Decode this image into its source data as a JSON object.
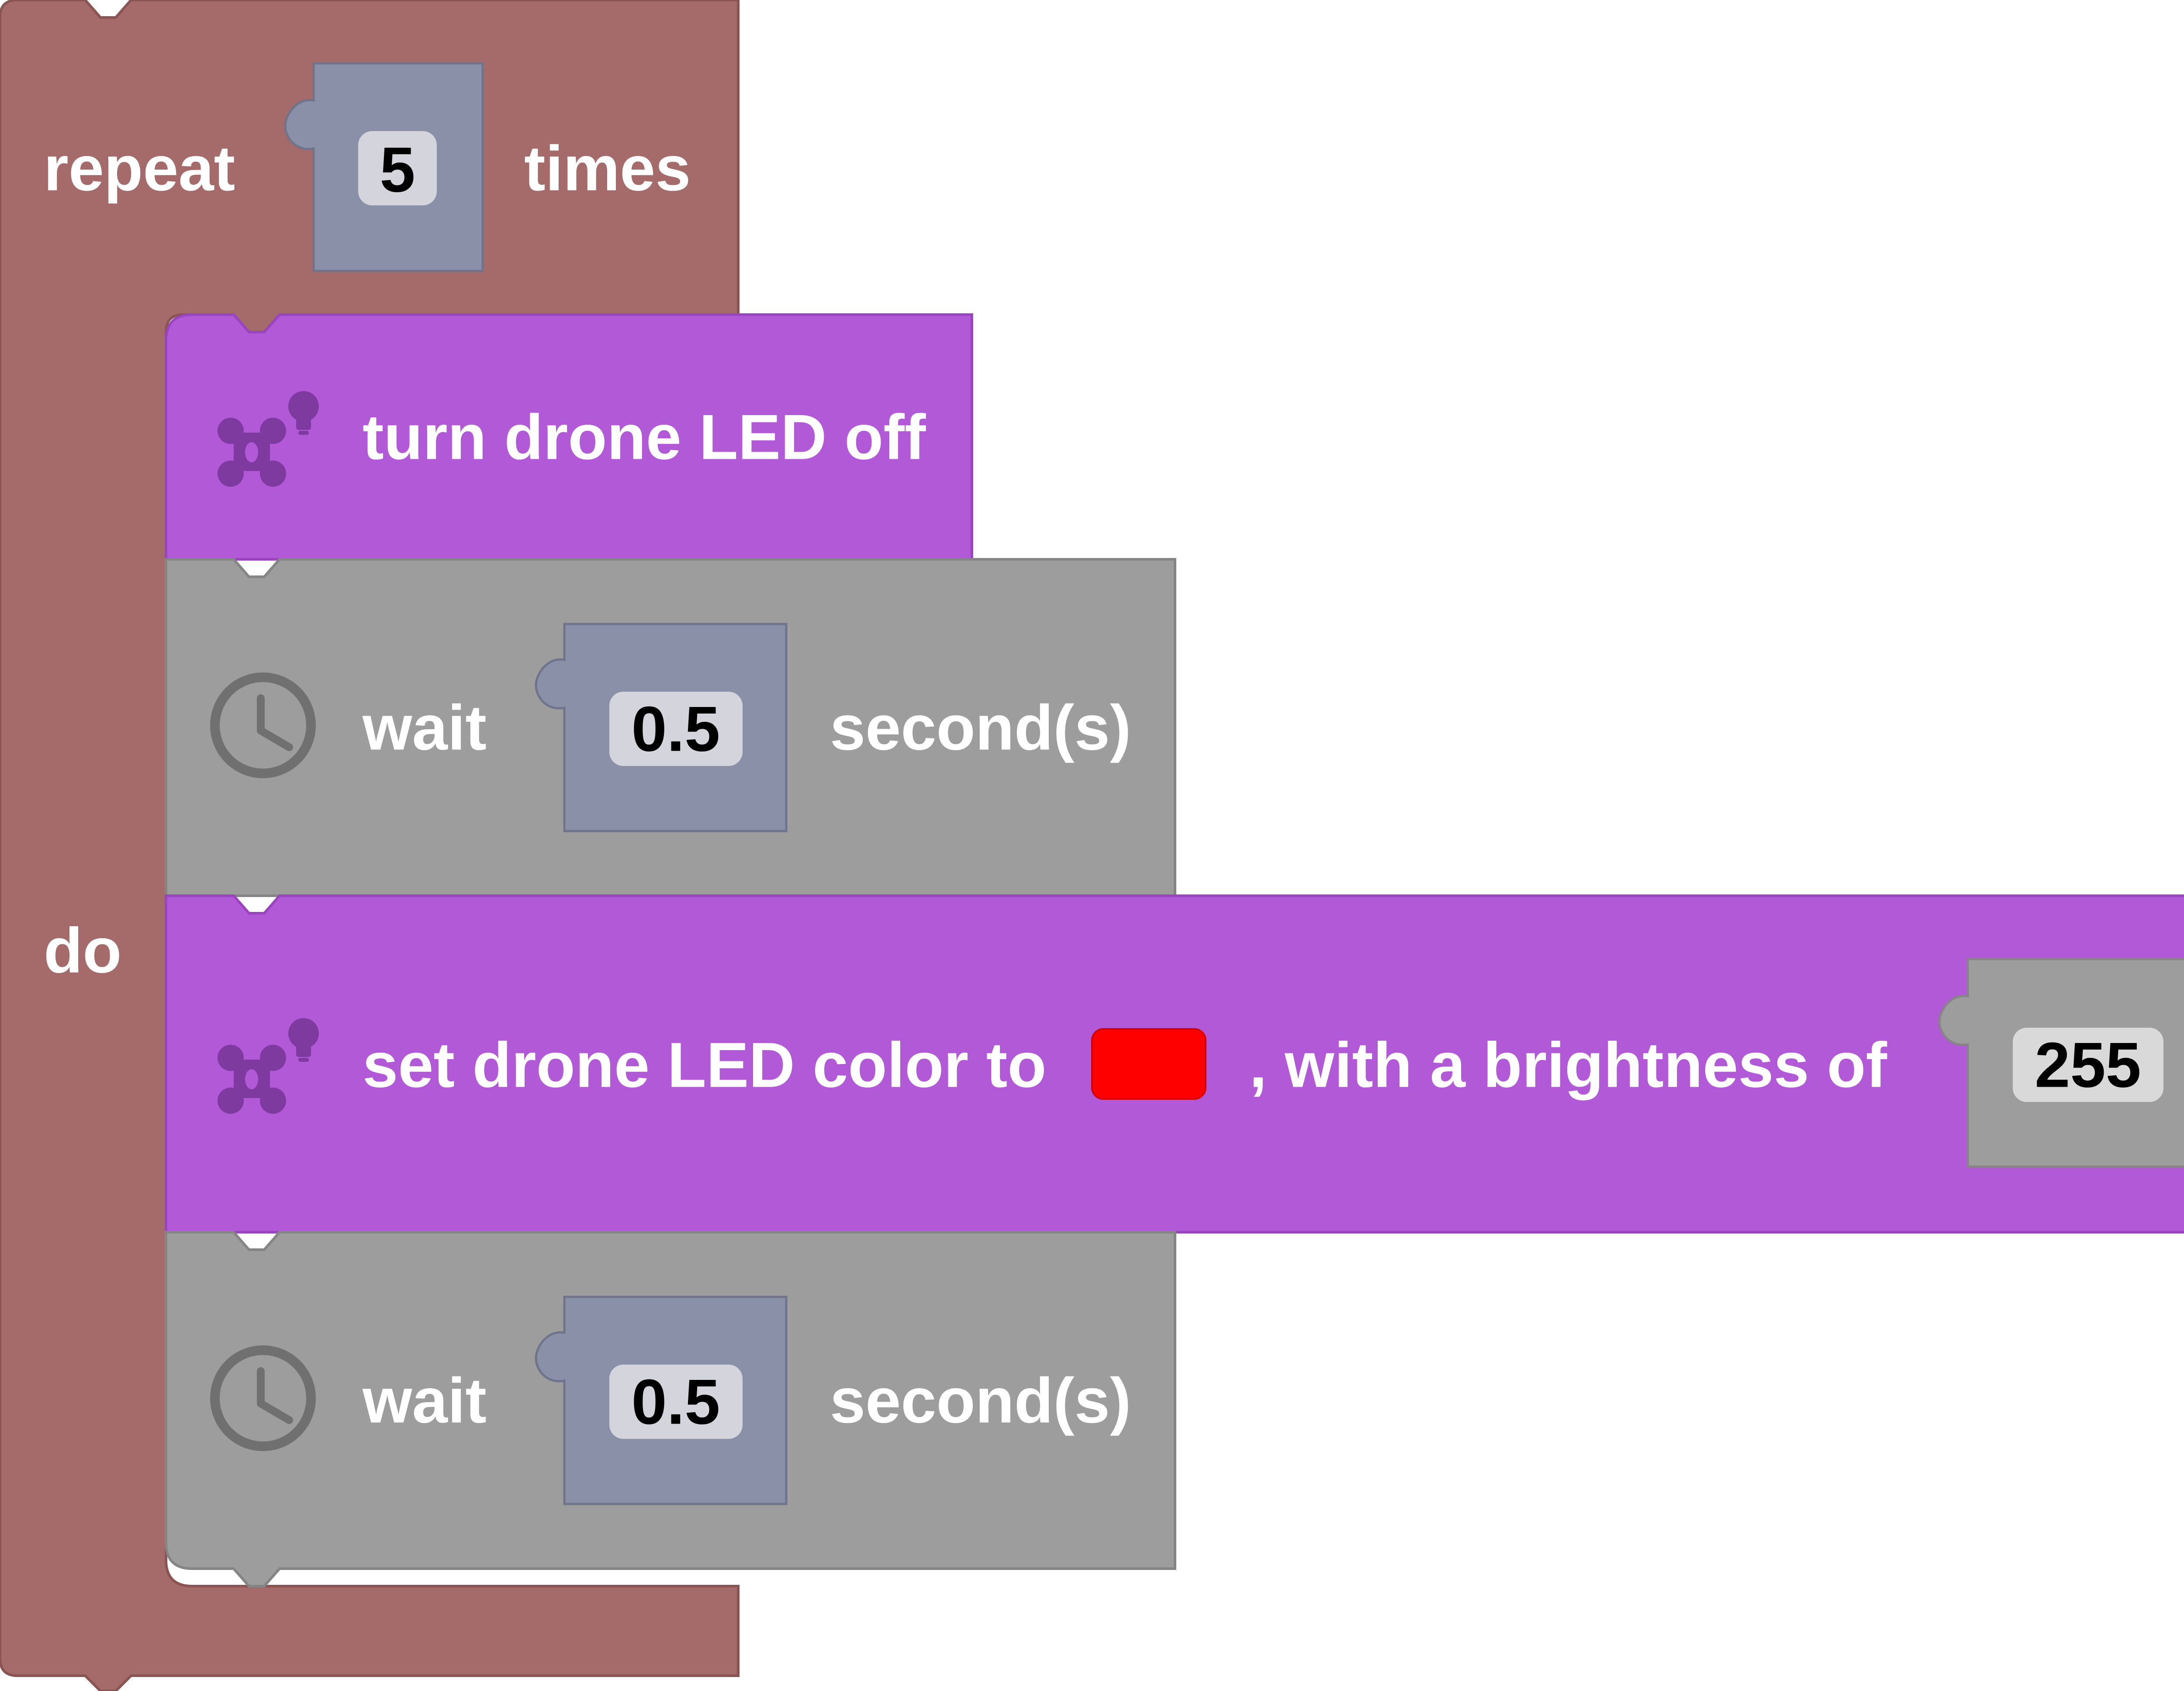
{
  "blocks": {
    "repeat": {
      "label_repeat": "repeat",
      "count": "5",
      "label_times": "times",
      "label_do": "do",
      "color": "#a56b6a"
    },
    "led_off": {
      "label": "turn drone LED off",
      "icon": "drone-bulb-icon",
      "color": "#b259d8"
    },
    "wait_1": {
      "label_wait": "wait",
      "value": "0.5",
      "label_unit": "second(s)",
      "icon": "clock-icon",
      "color": "#9d9d9d"
    },
    "led_color": {
      "label_set": "set drone LED color to",
      "swatch_color": "#ff0000",
      "label_brightness": ", with a brightness of",
      "brightness": "255",
      "icon": "drone-bulb-icon",
      "color": "#b259d8"
    },
    "wait_2": {
      "label_wait": "wait",
      "value": "0.5",
      "label_unit": "second(s)",
      "icon": "clock-icon",
      "color": "#9d9d9d"
    }
  }
}
